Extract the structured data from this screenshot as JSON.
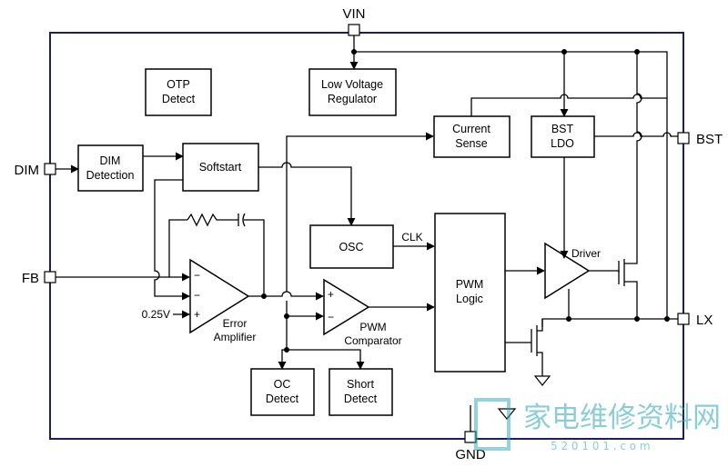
{
  "pins": {
    "vin": "VIN",
    "bst": "BST",
    "dim": "DIM",
    "fb": "FB",
    "lx": "LX",
    "gnd": "GND"
  },
  "blocks": {
    "otp": [
      "OTP",
      "Detect"
    ],
    "lvr": [
      "Low Voltage",
      "Regulator"
    ],
    "current_sense": [
      "Current",
      "Sense"
    ],
    "bst_ldo": [
      "BST",
      "LDO"
    ],
    "dim_detection": [
      "DIM",
      "Detection"
    ],
    "softstart": "Softstart",
    "osc": "OSC",
    "pwm_logic": [
      "PWM",
      "Logic"
    ],
    "oc_detect": [
      "OC",
      "Detect"
    ],
    "short_detect": [
      "Short",
      "Detect"
    ]
  },
  "labels": {
    "clk": "CLK",
    "ref": "0.25V",
    "error_amp": [
      "Error",
      "Amplifier"
    ],
    "pwm_comp": [
      "PWM",
      "Comparator"
    ],
    "driver": "Driver",
    "plus": "+",
    "minus": "−"
  },
  "watermark": {
    "cn": "家电维修资料网",
    "url": "5 2 0 1 0 1 . c o m"
  },
  "colors": {
    "border": "#1b1f5c",
    "line": "#000000",
    "watermark": "#2aa7b7"
  }
}
